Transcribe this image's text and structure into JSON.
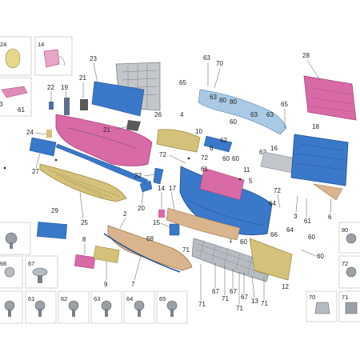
{
  "diagram": {
    "background": "#ffffff",
    "colors": {
      "pink": "#d86aa6",
      "pink_dark": "#a8457c",
      "blue": "#3a78c9",
      "blue_dark": "#22518f",
      "light_blue": "#a9c9e6",
      "gold": "#d4c27a",
      "gold_dark": "#9a8640",
      "bronze": "#d9b48c",
      "gray": "#b7bcc2",
      "gray_dark": "#7b8087",
      "steel": "#c3c7cc"
    },
    "callouts": {
      "c1": "1",
      "c2": "2",
      "c3": "3",
      "c4": "4",
      "c5": "5",
      "c6": "6",
      "c7": "7",
      "c8": "8",
      "c9": "9",
      "c10": "10",
      "c11": "11",
      "c12": "12",
      "c13": "13",
      "c14": "14",
      "c15": "15",
      "c16": "16",
      "c17": "17",
      "c18": "18",
      "c19": "19",
      "c20": "20",
      "c21": "21",
      "c22": "22",
      "c23": "23",
      "c24": "24",
      "c25": "25",
      "c26": "26",
      "c27": "27",
      "c28": "28",
      "c29": "29",
      "c60": "60",
      "c61": "61",
      "c62": "62",
      "c63": "63",
      "c64": "64",
      "c65": "65",
      "c66": "66",
      "c67": "67",
      "c68": "68",
      "c70": "70",
      "c71": "71",
      "c72": "72",
      "c80": "80"
    },
    "fastener_boxes": {
      "b14": "14",
      "b24": "24",
      "b61": "61",
      "b62": "62",
      "b63": "63",
      "b64": "64",
      "b65": "65",
      "b66": "66",
      "b67": "67",
      "b70": "70",
      "b71": "71",
      "b72": "72",
      "b80": "80"
    }
  }
}
